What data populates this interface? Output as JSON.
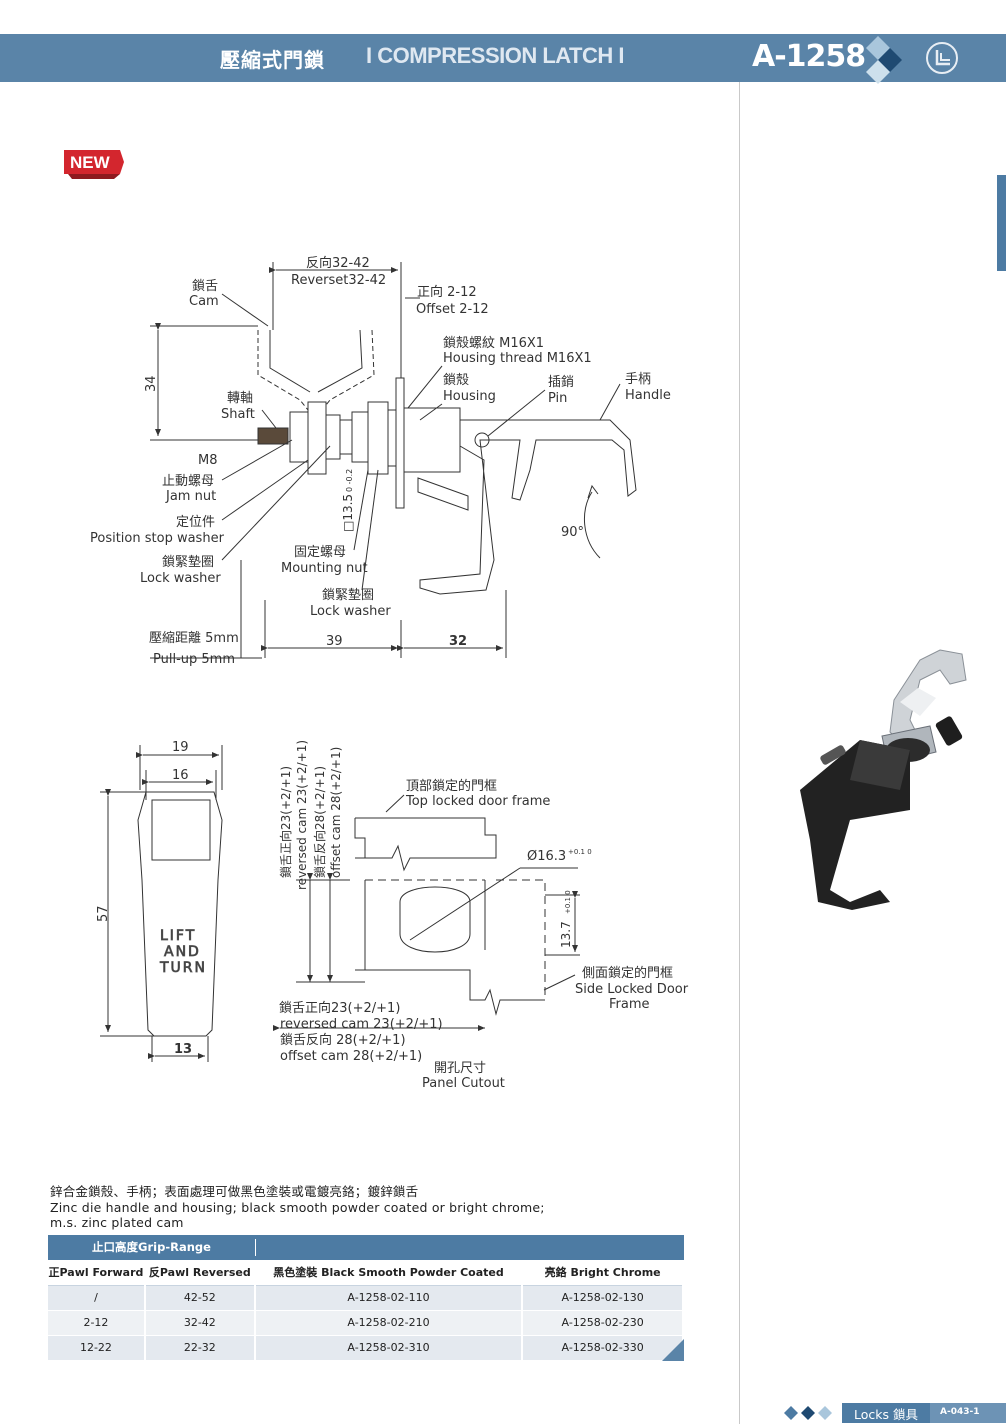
{
  "header": {
    "title_zh": "壓縮式門鎖",
    "title_en": "I COMPRESSION LATCH I",
    "product_code": "A-1258"
  },
  "badge": {
    "label": "NEW"
  },
  "side_view": {
    "dim_reverse_zh": "反向32-42",
    "dim_reverse_en": "Reverset32-42",
    "dim_offset_zh": "正向 2-12",
    "dim_offset_en": "Offset 2-12",
    "cam_zh": "鎖舌",
    "cam_en": "Cam",
    "housing_thread_zh": "鎖殼螺紋 M16X1",
    "housing_thread_en": "Housing thread M16X1",
    "housing_zh": "鎖殼",
    "housing_en": "Housing",
    "pin_zh": "插銷",
    "pin_en": "Pin",
    "handle_zh": "手柄",
    "handle_en": "Handle",
    "dim_34": "34",
    "shaft_zh": "轉軸",
    "shaft_en": "Shaft",
    "m8": "M8",
    "jam_nut_zh": "止動螺母",
    "jam_nut_en": "Jam nut",
    "position_stop_zh": "定位件",
    "position_stop_en": "Position stop washer",
    "lock_washer_zh": "鎖緊墊圈",
    "lock_washer_en": "Lock washer",
    "square_dim": "□13.5",
    "square_tol": "0 -0.2",
    "mounting_nut_zh": "固定螺母",
    "mounting_nut_en": "Mounting nut",
    "lock_washer2_zh": "鎖緊墊圈",
    "lock_washer2_en": "Lock washer",
    "angle": "90°",
    "pull_up_zh": "壓縮距離 5mm",
    "pull_up_en": "Pull-up 5mm",
    "dim_39": "39",
    "dim_32": "32"
  },
  "front_view": {
    "dim_19": "19",
    "dim_16": "16",
    "dim_57": "57",
    "dim_13": "13",
    "handle_text": [
      "LIFT",
      "AND",
      "TURN"
    ]
  },
  "cutout": {
    "vert_1_zh": "鎖舌正向23(+2/+1)",
    "vert_1_en": "reversed cam 23(+2/+1)",
    "vert_2_zh": "鎖舌反向28(+2/+1)",
    "vert_2_en": "offset cam 28(+2/+1)",
    "top_frame_zh": "頂部鎖定的門框",
    "top_frame_en": "Top locked door frame",
    "diameter": "Ø16.3",
    "diameter_tol": "+0.1 0",
    "height": "13.7",
    "height_tol": "+0.1 0",
    "side_frame_zh": "側面鎖定的門框",
    "side_frame_en_1": "Side Locked Door",
    "side_frame_en_2": "Frame",
    "horiz_1_zh": "鎖舌正向23(+2/+1)",
    "horiz_1_en": "reversed cam 23(+2/+1)",
    "horiz_2_zh": "鎖舌反向 28(+2/+1)",
    "horiz_2_en": "offset cam 28(+2/+1)",
    "caption_zh": "開孔尺寸",
    "caption_en": "Panel Cutout"
  },
  "description": {
    "zh": "鋅合金鎖殼、手柄；表面處理可做黑色塗裝或電鍍亮鉻；鍍鋅鎖舌",
    "en_1": "Zinc die handle and housing; black smooth powder coated or bright chrome;",
    "en_2": "m.s. zinc plated cam"
  },
  "spec_table": {
    "group_header": "止口高度Grip-Range",
    "columns": [
      "正Pawl Forward",
      "反Pawl Reversed",
      "黑色塗裝 Black Smooth Powder Coated",
      "亮鉻 Bright Chrome"
    ],
    "rows": [
      [
        "/",
        "42-52",
        "A-1258-02-110",
        "A-1258-02-130"
      ],
      [
        "2-12",
        "32-42",
        "A-1258-02-210",
        "A-1258-02-230"
      ],
      [
        "12-22",
        "22-32",
        "A-1258-02-310",
        "A-1258-02-330"
      ]
    ]
  },
  "footer": {
    "section": "Locks 鎖具",
    "page": "A-043-1"
  },
  "colors": {
    "brand_blue": "#5a84a8",
    "accent_red": "#d3262e",
    "row_bg": "#e4e9ef"
  }
}
